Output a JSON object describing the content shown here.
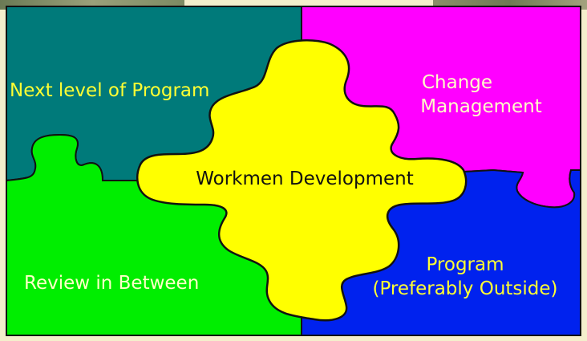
{
  "colors": {
    "background": "#f4efcc",
    "teal": "#007a7a",
    "magenta": "#ff00ff",
    "green": "#00ee00",
    "blue": "#0022ee",
    "yellow": "#ffff00",
    "label_yellow": "#ffff33",
    "label_light": "#ffffc8",
    "label_dark": "#111111",
    "outline": "#111111"
  },
  "pieces": {
    "top_left": {
      "label": "Next level of Program"
    },
    "top_right": {
      "label_line1": "Change",
      "label_line2": "Management"
    },
    "bottom_left": {
      "label": "Review in Between"
    },
    "bottom_right": {
      "label_line1": "Program",
      "label_line2": "(Preferably Outside)"
    },
    "center": {
      "label": "Workmen Development"
    }
  }
}
